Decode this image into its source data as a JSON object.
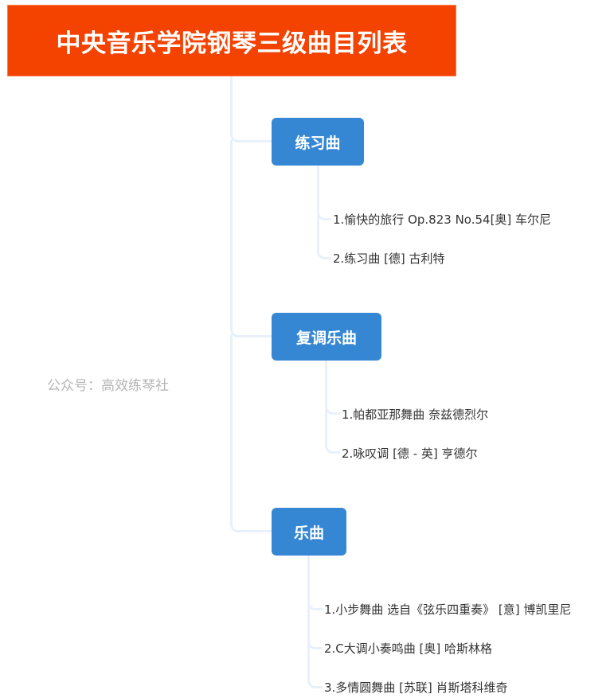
{
  "title": "中央音乐学院钢琴三级曲目列表",
  "watermark": "公众号：高效练琴社",
  "colors": {
    "root_bg": "#f44200",
    "topic_bg": "#3587d4",
    "connector": "#e8f1fa",
    "leaf_text": "#333333",
    "watermark_text": "#b5b5b5"
  },
  "branches": [
    {
      "label": "练习曲",
      "items": [
        "1.愉快的旅行 Op.823 No.54[奥]  车尔尼",
        "2.练习曲 [德]  古利特"
      ]
    },
    {
      "label": "复调乐曲",
      "items": [
        "1.帕都亚那舞曲 奈兹德烈尔",
        "2.咏叹调 [德 - 英]  亨德尔"
      ]
    },
    {
      "label": "乐曲",
      "items": [
        "1.小步舞曲 选自《弦乐四重奏》 [意]  博凯里尼",
        "2.C大调小奏鸣曲 [奥]  哈斯林格",
        "3.多情圆舞曲 [苏联]  肖斯塔科维奇"
      ]
    }
  ]
}
